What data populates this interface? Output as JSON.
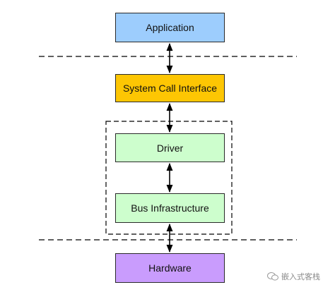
{
  "diagram": {
    "boxes": {
      "application": {
        "label": "Application",
        "fill": "#9dcdfd"
      },
      "system_call_interface": {
        "label": "System Call Interface",
        "fill": "#fdc603"
      },
      "driver": {
        "label": "Driver",
        "fill": "#cdfecd"
      },
      "bus_infrastructure": {
        "label": "Bus Infrastructure",
        "fill": "#cdfecd"
      },
      "hardware": {
        "label": "Hardware",
        "fill": "#c99cfd"
      }
    },
    "arrows": [
      {
        "from": "application",
        "to": "system_call_interface",
        "style": "bidirectional"
      },
      {
        "from": "system_call_interface",
        "to": "driver",
        "style": "bidirectional"
      },
      {
        "from": "driver",
        "to": "bus_infrastructure",
        "style": "bidirectional"
      },
      {
        "from": "bus_infrastructure",
        "to": "hardware",
        "style": "bidirectional"
      }
    ],
    "separators": {
      "style": "dashed",
      "color": "#000000"
    }
  },
  "watermark": {
    "text": "嵌入式客栈",
    "icon": "wechat-icon"
  }
}
